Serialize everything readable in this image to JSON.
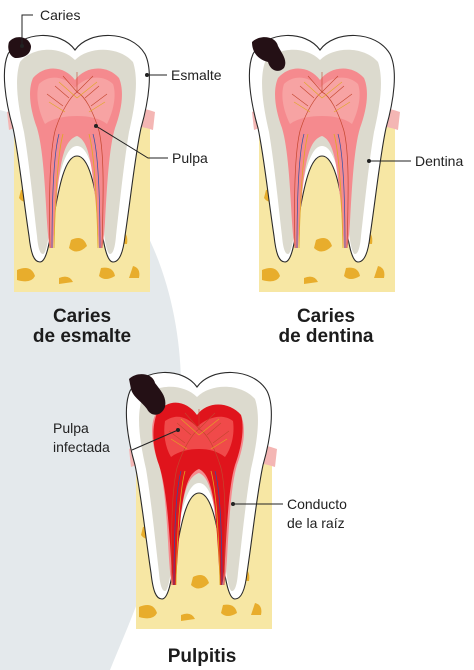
{
  "labels": {
    "caries": "Caries",
    "esmalte": "Esmalte",
    "pulpa": "Pulpa",
    "dentina": "Dentina",
    "pulpa_infectada_1": "Pulpa",
    "pulpa_infectada_2": "infectada",
    "conducto_1": "Conducto",
    "conducto_2": "de la raíz"
  },
  "captions": {
    "stage1_line1": "Caries",
    "stage1_line2": "de esmalte",
    "stage2_line1": "Caries",
    "stage2_line2": "de dentina",
    "stage3": "Pulpitis"
  },
  "colors": {
    "background_arc": "#e4e9ec",
    "bone": "#f7e7a4",
    "bone_spots": "#e8ad2c",
    "gum": "#f4b6b4",
    "enamel": "#ffffff",
    "dentin": "#dcdace",
    "pulp": "#f58a8e",
    "infection": "#e0141c",
    "decay": "#241015"
  }
}
